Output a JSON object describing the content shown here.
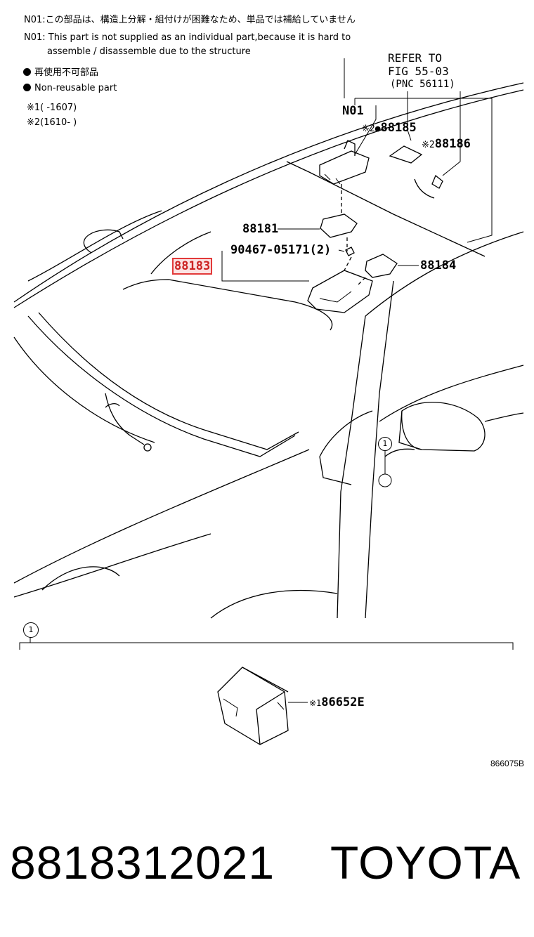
{
  "notes": {
    "n01_jp": "N01:この部品は、構造上分解・組付けが困難なため、単品では補給していません",
    "n01_en_line1": "N01: This part is not supplied as an individual part,because it is hard to",
    "n01_en_line2": "assemble / disassemble due to the structure",
    "nonreusable_jp": "再使用不可部品",
    "nonreusable_en": "Non-reusable part",
    "range1": "※1(    -1607)",
    "range2": "※2(1610-    )"
  },
  "refer": {
    "line1": "REFER TO",
    "line2": "FIG 55-03",
    "line3": "(PNC 56111)"
  },
  "callouts": {
    "n01": "N01",
    "p88185_prefix": "※2●",
    "p88185": "88185",
    "p88186_prefix": "※2",
    "p88186": "88186",
    "p88181": "88181",
    "p90467": "90467-05171(2)",
    "p88183": "88183",
    "p88184": "88184",
    "detail_marker": "1",
    "p86652_prefix": "※1",
    "p86652": "86652E"
  },
  "figure_code": "866075B",
  "footer": {
    "part_number": "8818312021",
    "brand": "TOYOTA"
  }
}
